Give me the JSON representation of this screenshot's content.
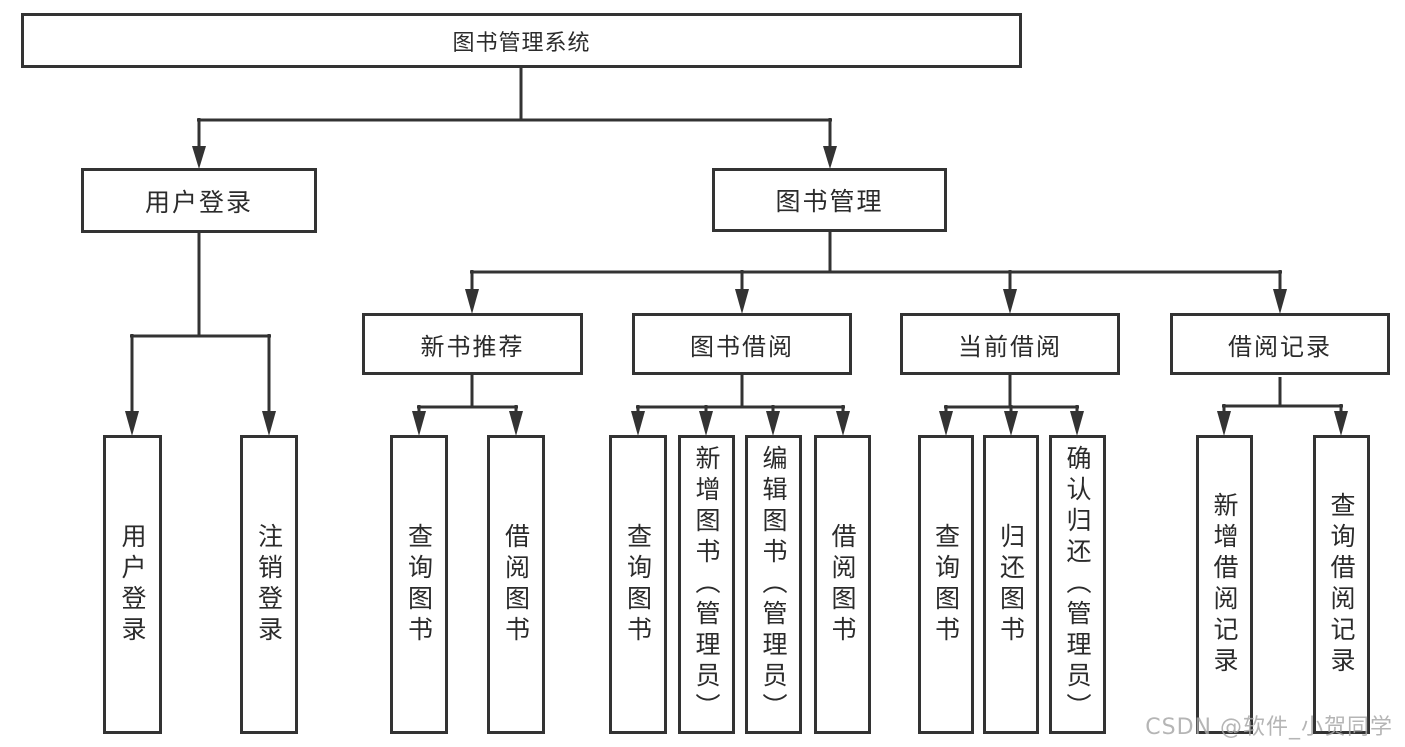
{
  "diagram_title": "图书管理系统",
  "colors": {
    "line": "#333333",
    "box_border": "#333333",
    "box_fill": "#ffffff",
    "text": "#2b2b2b",
    "watermark": "#a8a8a8"
  },
  "watermark": "CSDN @软件_小贺同学",
  "tree": {
    "label": "图书管理系统",
    "children": [
      {
        "label": "用户登录",
        "children": [
          {
            "label": "用户登录"
          },
          {
            "label": "注销登录"
          }
        ]
      },
      {
        "label": "图书管理",
        "children": [
          {
            "label": "新书推荐",
            "children": [
              {
                "label": "查询图书"
              },
              {
                "label": "借阅图书"
              }
            ]
          },
          {
            "label": "图书借阅",
            "children": [
              {
                "label": "查询图书"
              },
              {
                "label": "新增图书（管理员）"
              },
              {
                "label": "编辑图书（管理员）"
              },
              {
                "label": "借阅图书"
              }
            ]
          },
          {
            "label": "当前借阅",
            "children": [
              {
                "label": "查询图书"
              },
              {
                "label": "归还图书"
              },
              {
                "label": "确认归还（管理员）"
              }
            ]
          },
          {
            "label": "借阅记录",
            "children": [
              {
                "label": "新增借阅记录"
              },
              {
                "label": "查询借阅记录"
              }
            ]
          }
        ]
      }
    ]
  }
}
